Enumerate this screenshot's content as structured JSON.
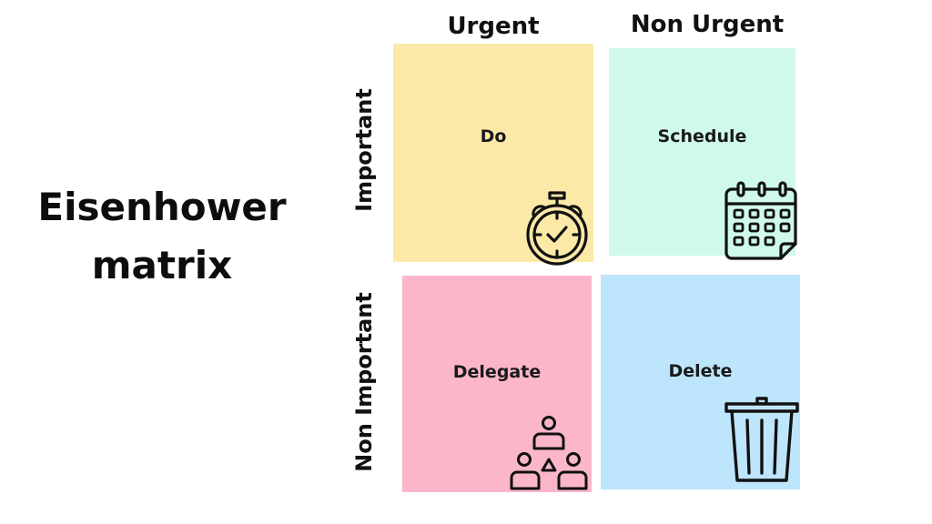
{
  "title": {
    "line1": "Eisenhower",
    "line2": "matrix"
  },
  "columns": [
    {
      "label": "Urgent"
    },
    {
      "label": "Non Urgent"
    }
  ],
  "rows": [
    {
      "label": "Important"
    },
    {
      "label": "Non Important"
    }
  ],
  "quadrants": [
    {
      "label": "Do",
      "color": "#FCE9A8",
      "icon": "stopwatch-check-icon"
    },
    {
      "label": "Schedule",
      "color": "#CFF9EA",
      "icon": "calendar-icon"
    },
    {
      "label": "Delegate",
      "color": "#FBB6CA",
      "icon": "team-hierarchy-icon"
    },
    {
      "label": "Delete",
      "color": "#BDE5FB",
      "icon": "trash-can-icon"
    }
  ]
}
